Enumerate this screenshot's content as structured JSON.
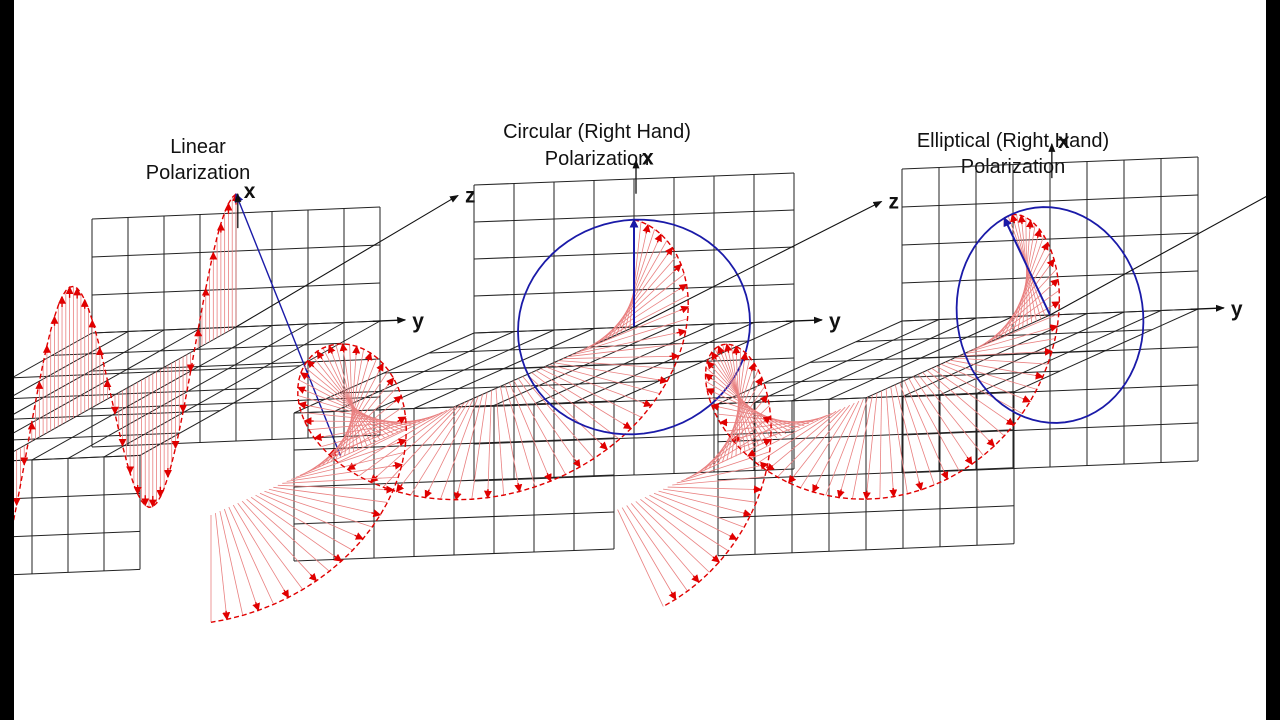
{
  "diagrams": [
    {
      "title_lines": [
        "Linear",
        "Polarization"
      ],
      "axes": {
        "x": "x",
        "y": "y",
        "z": "z"
      }
    },
    {
      "title_lines": [
        "Circular (Right Hand)",
        "Polarization"
      ],
      "axes": {
        "x": "x",
        "y": "y",
        "z": "z"
      }
    },
    {
      "title_lines": [
        "Elliptical (Right Hand)",
        "Polarization"
      ],
      "axes": {
        "x": "x",
        "y": "y",
        "z": "z"
      }
    }
  ],
  "colors": {
    "wave": "#e00000",
    "wave_light": "#e98080",
    "current_vector": "#1a1aa8",
    "grid": "#222222",
    "background": "#ffffff"
  }
}
